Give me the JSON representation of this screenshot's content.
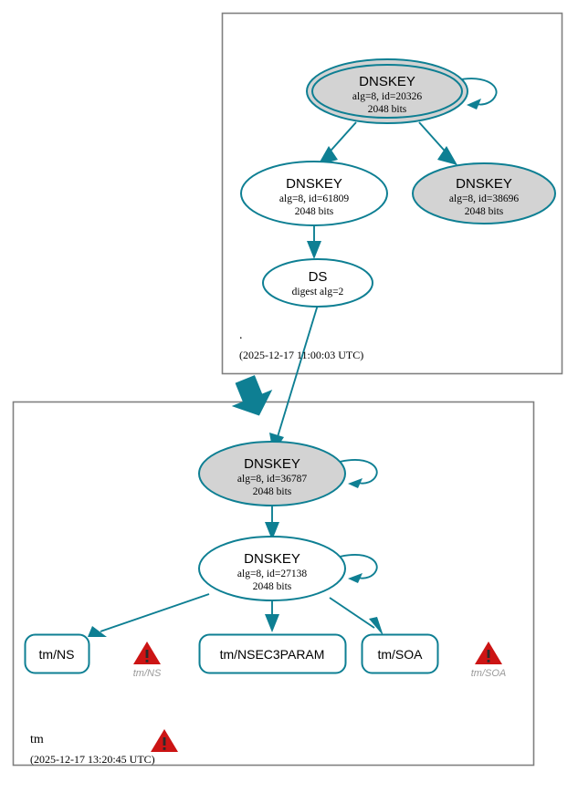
{
  "diagram": {
    "type": "dnssec-authentication-chain",
    "colors": {
      "accent_teal": "#0e7f93",
      "node_fill_secure": "#d3d3d3",
      "node_fill_plain": "#ffffff",
      "zone_border": "#808080",
      "warning_red": "#cc1414",
      "warning_label": "#9a9a9a"
    }
  },
  "zones": [
    {
      "id": "root",
      "name": ".",
      "timestamp": "(2025-12-17 11:00:03 UTC)",
      "has_warning": false
    },
    {
      "id": "tm",
      "name": "tm",
      "timestamp": "(2025-12-17 13:20:45 UTC)",
      "has_warning": true,
      "warning_icon": "warning-triangle-icon"
    }
  ],
  "nodes": [
    {
      "id": "dnskey-20326",
      "zone": "root",
      "shape": "double-ellipse",
      "fill": "gray",
      "title": "DNSKEY",
      "line2": "alg=8, id=20326",
      "line3": "2048 bits",
      "self_loop": true
    },
    {
      "id": "dnskey-61809",
      "zone": "root",
      "shape": "ellipse",
      "fill": "white",
      "title": "DNSKEY",
      "line2": "alg=8, id=61809",
      "line3": "2048 bits",
      "self_loop": false
    },
    {
      "id": "dnskey-38696",
      "zone": "root",
      "shape": "ellipse",
      "fill": "gray",
      "title": "DNSKEY",
      "line2": "alg=8, id=38696",
      "line3": "2048 bits",
      "self_loop": false
    },
    {
      "id": "ds-root",
      "zone": "root",
      "shape": "ellipse",
      "fill": "white",
      "title": "DS",
      "line2": "digest alg=2",
      "line3": "",
      "self_loop": false
    },
    {
      "id": "dnskey-36787",
      "zone": "tm",
      "shape": "ellipse",
      "fill": "gray",
      "title": "DNSKEY",
      "line2": "alg=8, id=36787",
      "line3": "2048 bits",
      "self_loop": true
    },
    {
      "id": "dnskey-27138",
      "zone": "tm",
      "shape": "ellipse",
      "fill": "white",
      "title": "DNSKEY",
      "line2": "alg=8, id=27138",
      "line3": "2048 bits",
      "self_loop": true
    }
  ],
  "rrset_nodes": [
    {
      "id": "tm-ns",
      "zone": "tm",
      "label": "tm/NS"
    },
    {
      "id": "tm-nsec3param",
      "zone": "tm",
      "label": "tm/NSEC3PARAM"
    },
    {
      "id": "tm-soa",
      "zone": "tm",
      "label": "tm/SOA"
    }
  ],
  "warnings": [
    {
      "id": "warn-tm-ns",
      "label": "tm/NS",
      "icon": "warning-triangle-icon"
    },
    {
      "id": "warn-tm-soa",
      "label": "tm/SOA",
      "icon": "warning-triangle-icon"
    }
  ],
  "edges": [
    {
      "from": "dnskey-20326",
      "to": "dnskey-20326",
      "kind": "self-signature"
    },
    {
      "from": "dnskey-20326",
      "to": "dnskey-61809",
      "kind": "signature"
    },
    {
      "from": "dnskey-20326",
      "to": "dnskey-38696",
      "kind": "signature"
    },
    {
      "from": "dnskey-61809",
      "to": "ds-root",
      "kind": "signature"
    },
    {
      "from": "ds-root",
      "to": "dnskey-36787",
      "kind": "delegation"
    },
    {
      "from": "dnskey-36787",
      "to": "dnskey-36787",
      "kind": "self-signature"
    },
    {
      "from": "dnskey-36787",
      "to": "dnskey-27138",
      "kind": "signature"
    },
    {
      "from": "dnskey-27138",
      "to": "dnskey-27138",
      "kind": "self-signature"
    },
    {
      "from": "dnskey-27138",
      "to": "tm-ns",
      "kind": "signature"
    },
    {
      "from": "dnskey-27138",
      "to": "tm-nsec3param",
      "kind": "signature"
    },
    {
      "from": "dnskey-27138",
      "to": "tm-soa",
      "kind": "signature"
    }
  ]
}
